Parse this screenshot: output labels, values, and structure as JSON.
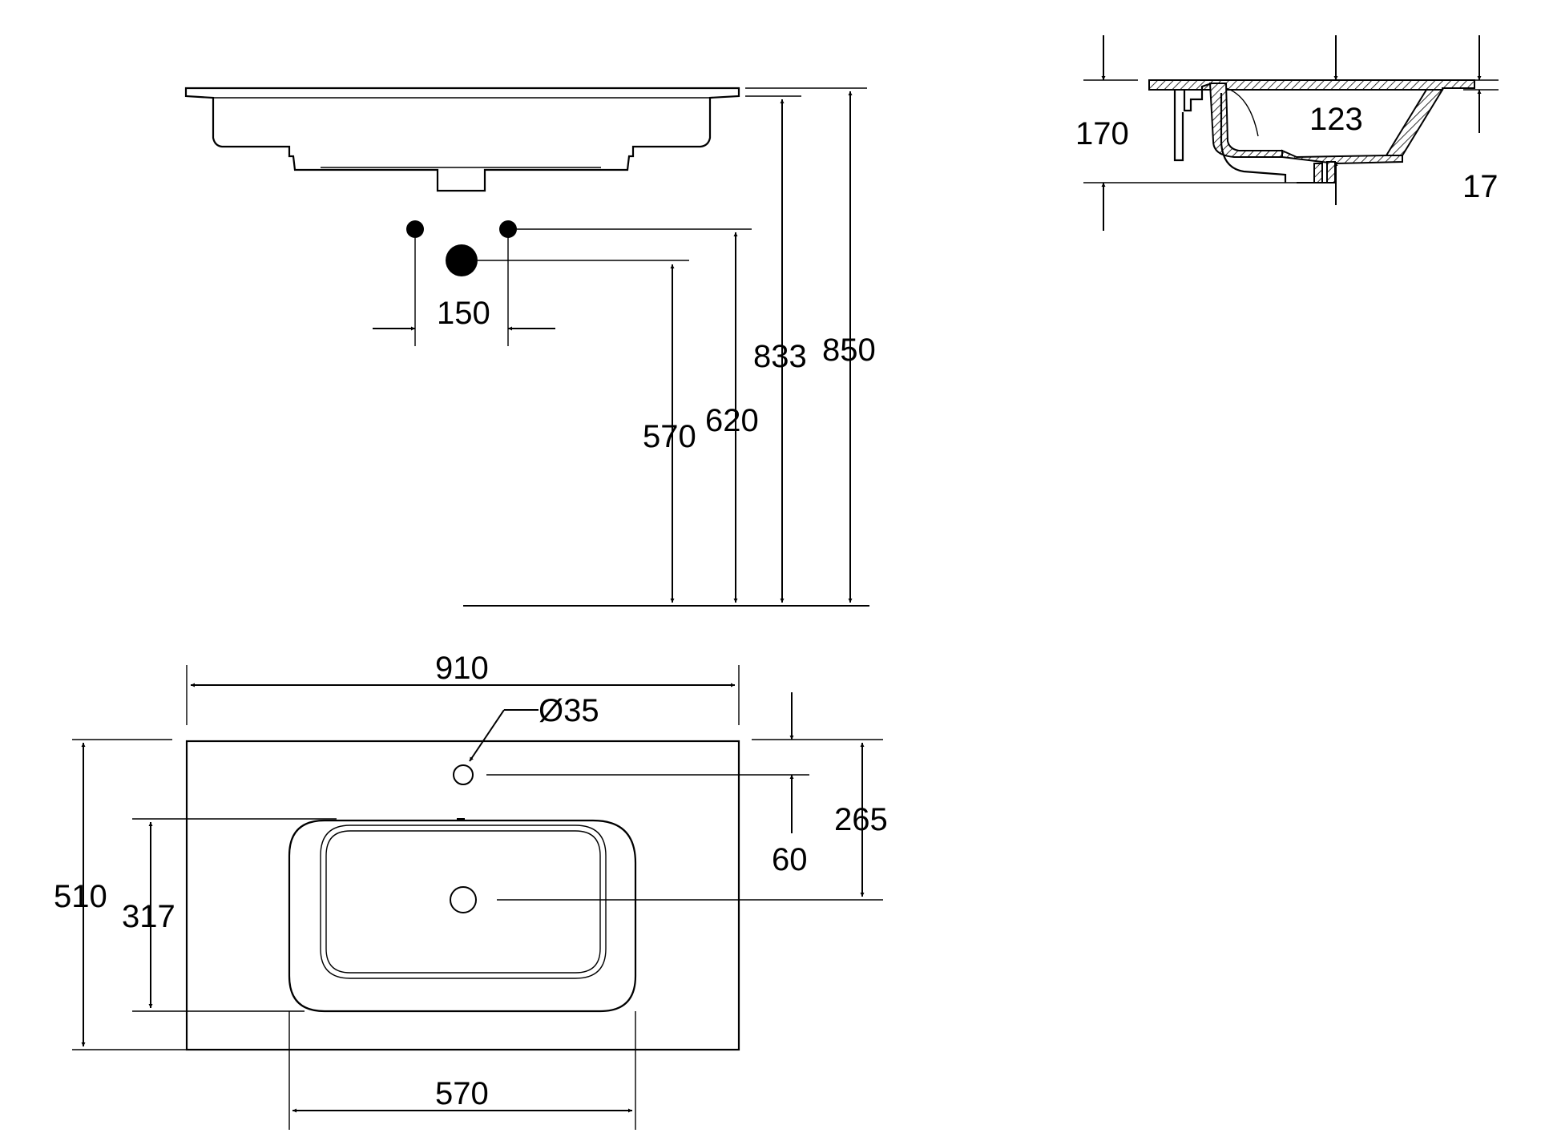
{
  "front_view": {
    "dim_hole_spacing": "150",
    "dim_outlet_height": "570",
    "dim_tap_height": "620",
    "dim_overflow_height": "833",
    "dim_total_height": "850"
  },
  "section_view": {
    "dim_basin_height": "170",
    "dim_bowl_depth": "123",
    "dim_rim_thickness": "17"
  },
  "top_view": {
    "dim_width": "910",
    "dim_tap_hole": "Ø35",
    "dim_tap_offset": "60",
    "dim_drain_offset": "265",
    "dim_depth": "510",
    "dim_bowl_depth": "317",
    "dim_bowl_width": "570"
  },
  "colors": {
    "line": "#000000",
    "background": "#ffffff"
  }
}
